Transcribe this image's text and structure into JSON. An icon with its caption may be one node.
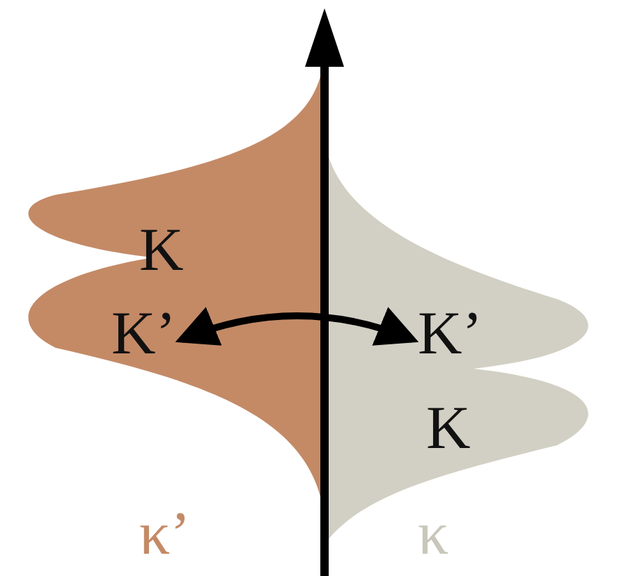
{
  "diagram": {
    "nodes": [
      {
        "text": [
          "K"
        ]
      },
      {
        "text": [
          "K’"
        ],
        "in": 0
      },
      {
        "text": [
          "K"
        ]
      },
      {
        "text": [
          "K’"
        ],
        "in": 2
      }
    ],
    "edges": [
      {
        "from": 1,
        "to": 3,
        "arrow": "both"
      }
    ],
    "labels": [
      "κ’",
      "κ"
    ]
  }
}
